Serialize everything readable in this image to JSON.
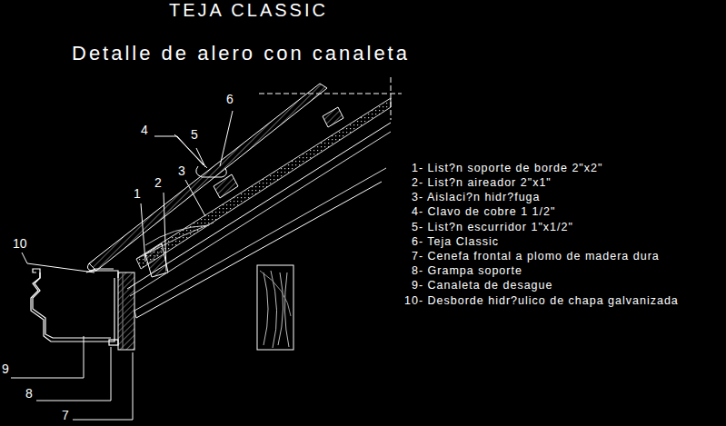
{
  "diagram": {
    "title": "TEJA CLASSIC",
    "labels": [
      "Detalle de alero con canaleta",
      "1- List?n soporte de borde 2\"x2\"",
      "2- List?n aireador 2\"x1\"",
      "3- Aislaci?n hidr?fuga",
      "4- Clavo de cobre 1 1/2\"",
      "5- List?n escurridor 1\"x1/2\"",
      "6- Teja Classic",
      "7- Cenefa frontal a plomo de madera dura",
      "8- Grampa soporte",
      "9- Canaleta de desague",
      "10- Desborde hidr?ulico de chapa galvanizada",
      "6",
      "4",
      "5",
      "3",
      "2",
      "1",
      "10",
      "9",
      "8",
      "7"
    ]
  }
}
